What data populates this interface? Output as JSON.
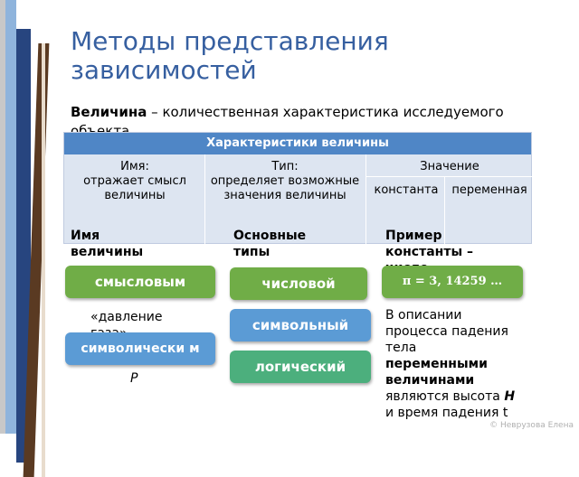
{
  "title": "Методы представления зависимостей",
  "definition": {
    "term": "Величина",
    "text": " – количественная характеристика исследуемого объекта"
  },
  "table": {
    "header": "Характеристики величины",
    "name_col": "Имя:\nотражает смысл величины",
    "type_col": "Тип:\nопределяет возможные значения величины",
    "value_col": "Значение",
    "const_col": "константа",
    "var_col": "переменная"
  },
  "labels": {
    "name": "Имя величины",
    "types": "Основные типы",
    "example_const": "Пример константы – число Пифагора"
  },
  "buttons": {
    "semantic": "смысловым",
    "symbolic": "символически м",
    "numeric": "числовой",
    "char": "символьный",
    "logical": "логический",
    "pi": "π = 3, 14259 …"
  },
  "examples": {
    "pressure": "«давление газа»",
    "p_symbol": "P"
  },
  "description": {
    "line1": "В описании процесса падения тела",
    "bold": "переменными величинами",
    "line2": "являются высота",
    "h": "H",
    "and_time": "и время",
    "line3": "падения t"
  },
  "watermark": "© Неврузова Елена"
}
